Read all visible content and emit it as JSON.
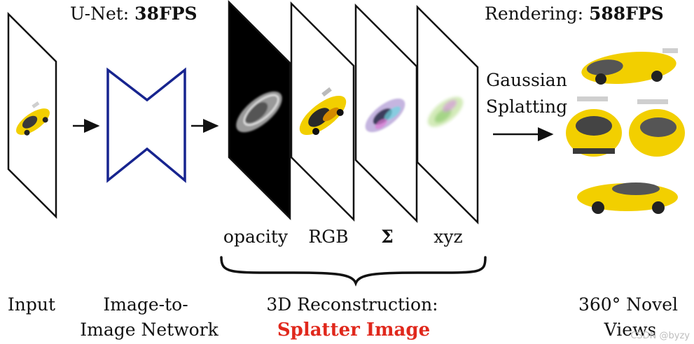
{
  "header": {
    "unet_prefix": "U-Net: ",
    "unet_fps": "38FPS",
    "render_prefix": "Rendering: ",
    "render_fps": "588FPS"
  },
  "arrow_label": {
    "line1": "Gaussian",
    "line2": "Splatting"
  },
  "channels": [
    {
      "label": "opacity"
    },
    {
      "label": "RGB"
    },
    {
      "label": "Σ"
    },
    {
      "label": "xyz"
    }
  ],
  "stages": {
    "input": "Input",
    "network_line1": "Image-to-",
    "network_line2": "Image Network",
    "recon_line1": "3D Reconstruction:",
    "recon_line2": "Splatter Image",
    "views_line1": "360° Novel",
    "views_line2": "Views"
  },
  "watermark": "CSDN @byzy",
  "colors": {
    "unet_outline": "#17248f",
    "accent_red": "#e0281c",
    "car_yellow": "#f2cf00"
  }
}
